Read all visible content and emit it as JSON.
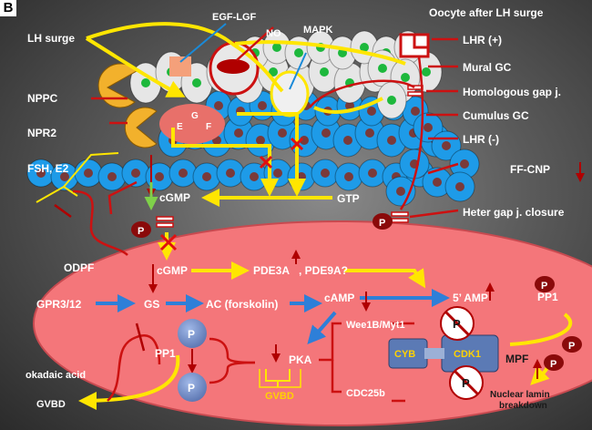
{
  "panel_label": "B",
  "title": "Oocyte after LH surge",
  "left_labels": {
    "lh_surge": "LH surge",
    "nppc": "NPPC",
    "npr2": "NPR2",
    "fsh_e2": "FSH, E2",
    "odpf": "ODPF",
    "okadaic": "okadaic acid",
    "gvbd_left": "GVBD"
  },
  "top_labels": {
    "egf": "EGF-LGF",
    "no": "NO",
    "mapk": "MAPK"
  },
  "right_labels": {
    "lhr_pos": "LHR (+)",
    "mural": "Mural GC",
    "homgap": "Homologous gap j.",
    "cumulus": "Cumulus GC",
    "lhr_neg": "LHR (-)",
    "ffcnp": "FF-CNP",
    "hetergap": "Heter gap j. closure"
  },
  "egf_letters": [
    "E",
    "G",
    "F"
  ],
  "pathway": {
    "cgmp_top": "cGMP",
    "gtp": "GTP",
    "cgmp_in": "cGMP",
    "pde": "PDE3A",
    "pde9": ", PDE9A?",
    "gpr": "GPR3/12",
    "gs": "GS",
    "ac": "AC (forskolin)",
    "camp": "cAMP",
    "amp": "5’ AMP",
    "pp1_right": "PP1",
    "pp1_left": "PP1",
    "pka": "PKA",
    "wee": "Wee1B/Myt1",
    "cdc": "CDC25b",
    "cyb": "CYB",
    "cdk1": "CDK1",
    "mpf": "MPF",
    "gvbd_center": "GVBD",
    "nuclear1": "Nuclear lamin",
    "nuclear2": "breakdown"
  },
  "phospho_label": "P",
  "colors": {
    "yellow": "#ffe600",
    "red": "#e01010",
    "blue": "#2e7fd8",
    "oocyte": "#f4767a",
    "cell_blue": "#1e9be8",
    "mural_grey": "#e6e6e6",
    "nucleus_green": "#1db83c",
    "nucleus_brown": "#7a3a3a",
    "complex_blue": "#5b7ab5"
  }
}
